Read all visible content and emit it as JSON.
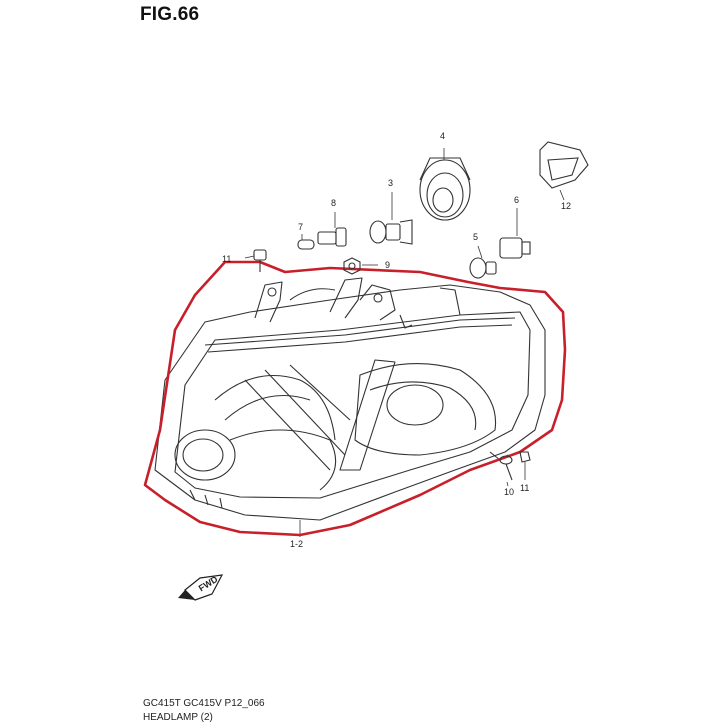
{
  "figure": {
    "title": "FIG.66",
    "outline_color": "#c8202a",
    "callouts": [
      {
        "id": "part-1-2",
        "label": "1-2"
      },
      {
        "id": "part-3",
        "label": "3"
      },
      {
        "id": "part-4",
        "label": "4"
      },
      {
        "id": "part-5",
        "label": "5"
      },
      {
        "id": "part-6",
        "label": "6"
      },
      {
        "id": "part-7",
        "label": "7"
      },
      {
        "id": "part-8",
        "label": "8"
      },
      {
        "id": "part-9",
        "label": "9"
      },
      {
        "id": "part-10",
        "label": "10"
      },
      {
        "id": "part-11-top",
        "label": "11"
      },
      {
        "id": "part-11-bottom",
        "label": "11"
      },
      {
        "id": "part-12",
        "label": "12"
      }
    ],
    "fwd_label": "FWD"
  },
  "footer": {
    "model": "GC415T GC415V P12_066",
    "section": "HEADLAMP (2)"
  }
}
